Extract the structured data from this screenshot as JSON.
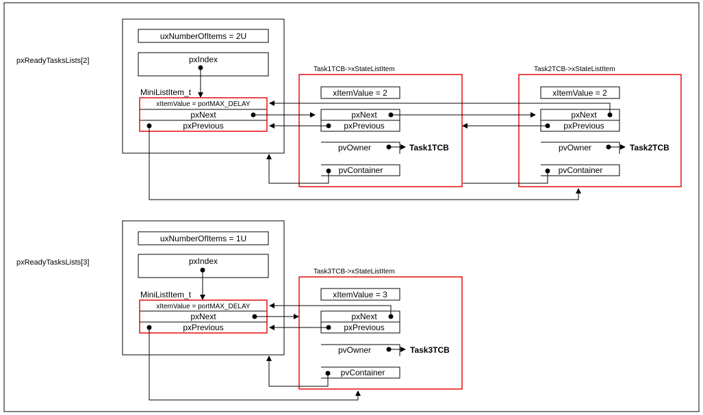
{
  "colors": {
    "highlight": "#e8191a",
    "line": "#000000",
    "background": "#ffffff"
  },
  "lists": [
    {
      "label": "pxReadyTasksLists[2]",
      "count_text": "uxNumberOfItems = 2U",
      "index_text": "pxIndex",
      "mini_title": "MiniListItem_t",
      "mini_fields": [
        "xItemValue = portMAX_DELAY",
        "pxNext",
        "pxPrevious"
      ],
      "tasks": [
        {
          "title": "Task1TCB->xStateListItem",
          "fields": [
            "xItemValue = 2",
            "pxNext",
            "pxPrevious",
            "pvOwner",
            "pvContainer"
          ],
          "owner_label": "Task1TCB"
        },
        {
          "title": "Task2TCB->xStateListItem",
          "fields": [
            "xItemValue = 2",
            "pxNext",
            "pxPrevious",
            "pvOwner",
            "pvContainer"
          ],
          "owner_label": "Task2TCB"
        }
      ]
    },
    {
      "label": "pxReadyTasksLists[3]",
      "count_text": "uxNumberOfItems = 1U",
      "index_text": "pxIndex",
      "mini_title": "MiniListItem_t",
      "mini_fields": [
        "xItemValue = portMAX_DELAY",
        "pxNext",
        "pxPrevious"
      ],
      "tasks": [
        {
          "title": "Task3TCB->xStateListItem",
          "fields": [
            "xItemValue = 3",
            "pxNext",
            "pxPrevious",
            "pvOwner",
            "pvContainer"
          ],
          "owner_label": "Task3TCB"
        }
      ]
    }
  ]
}
